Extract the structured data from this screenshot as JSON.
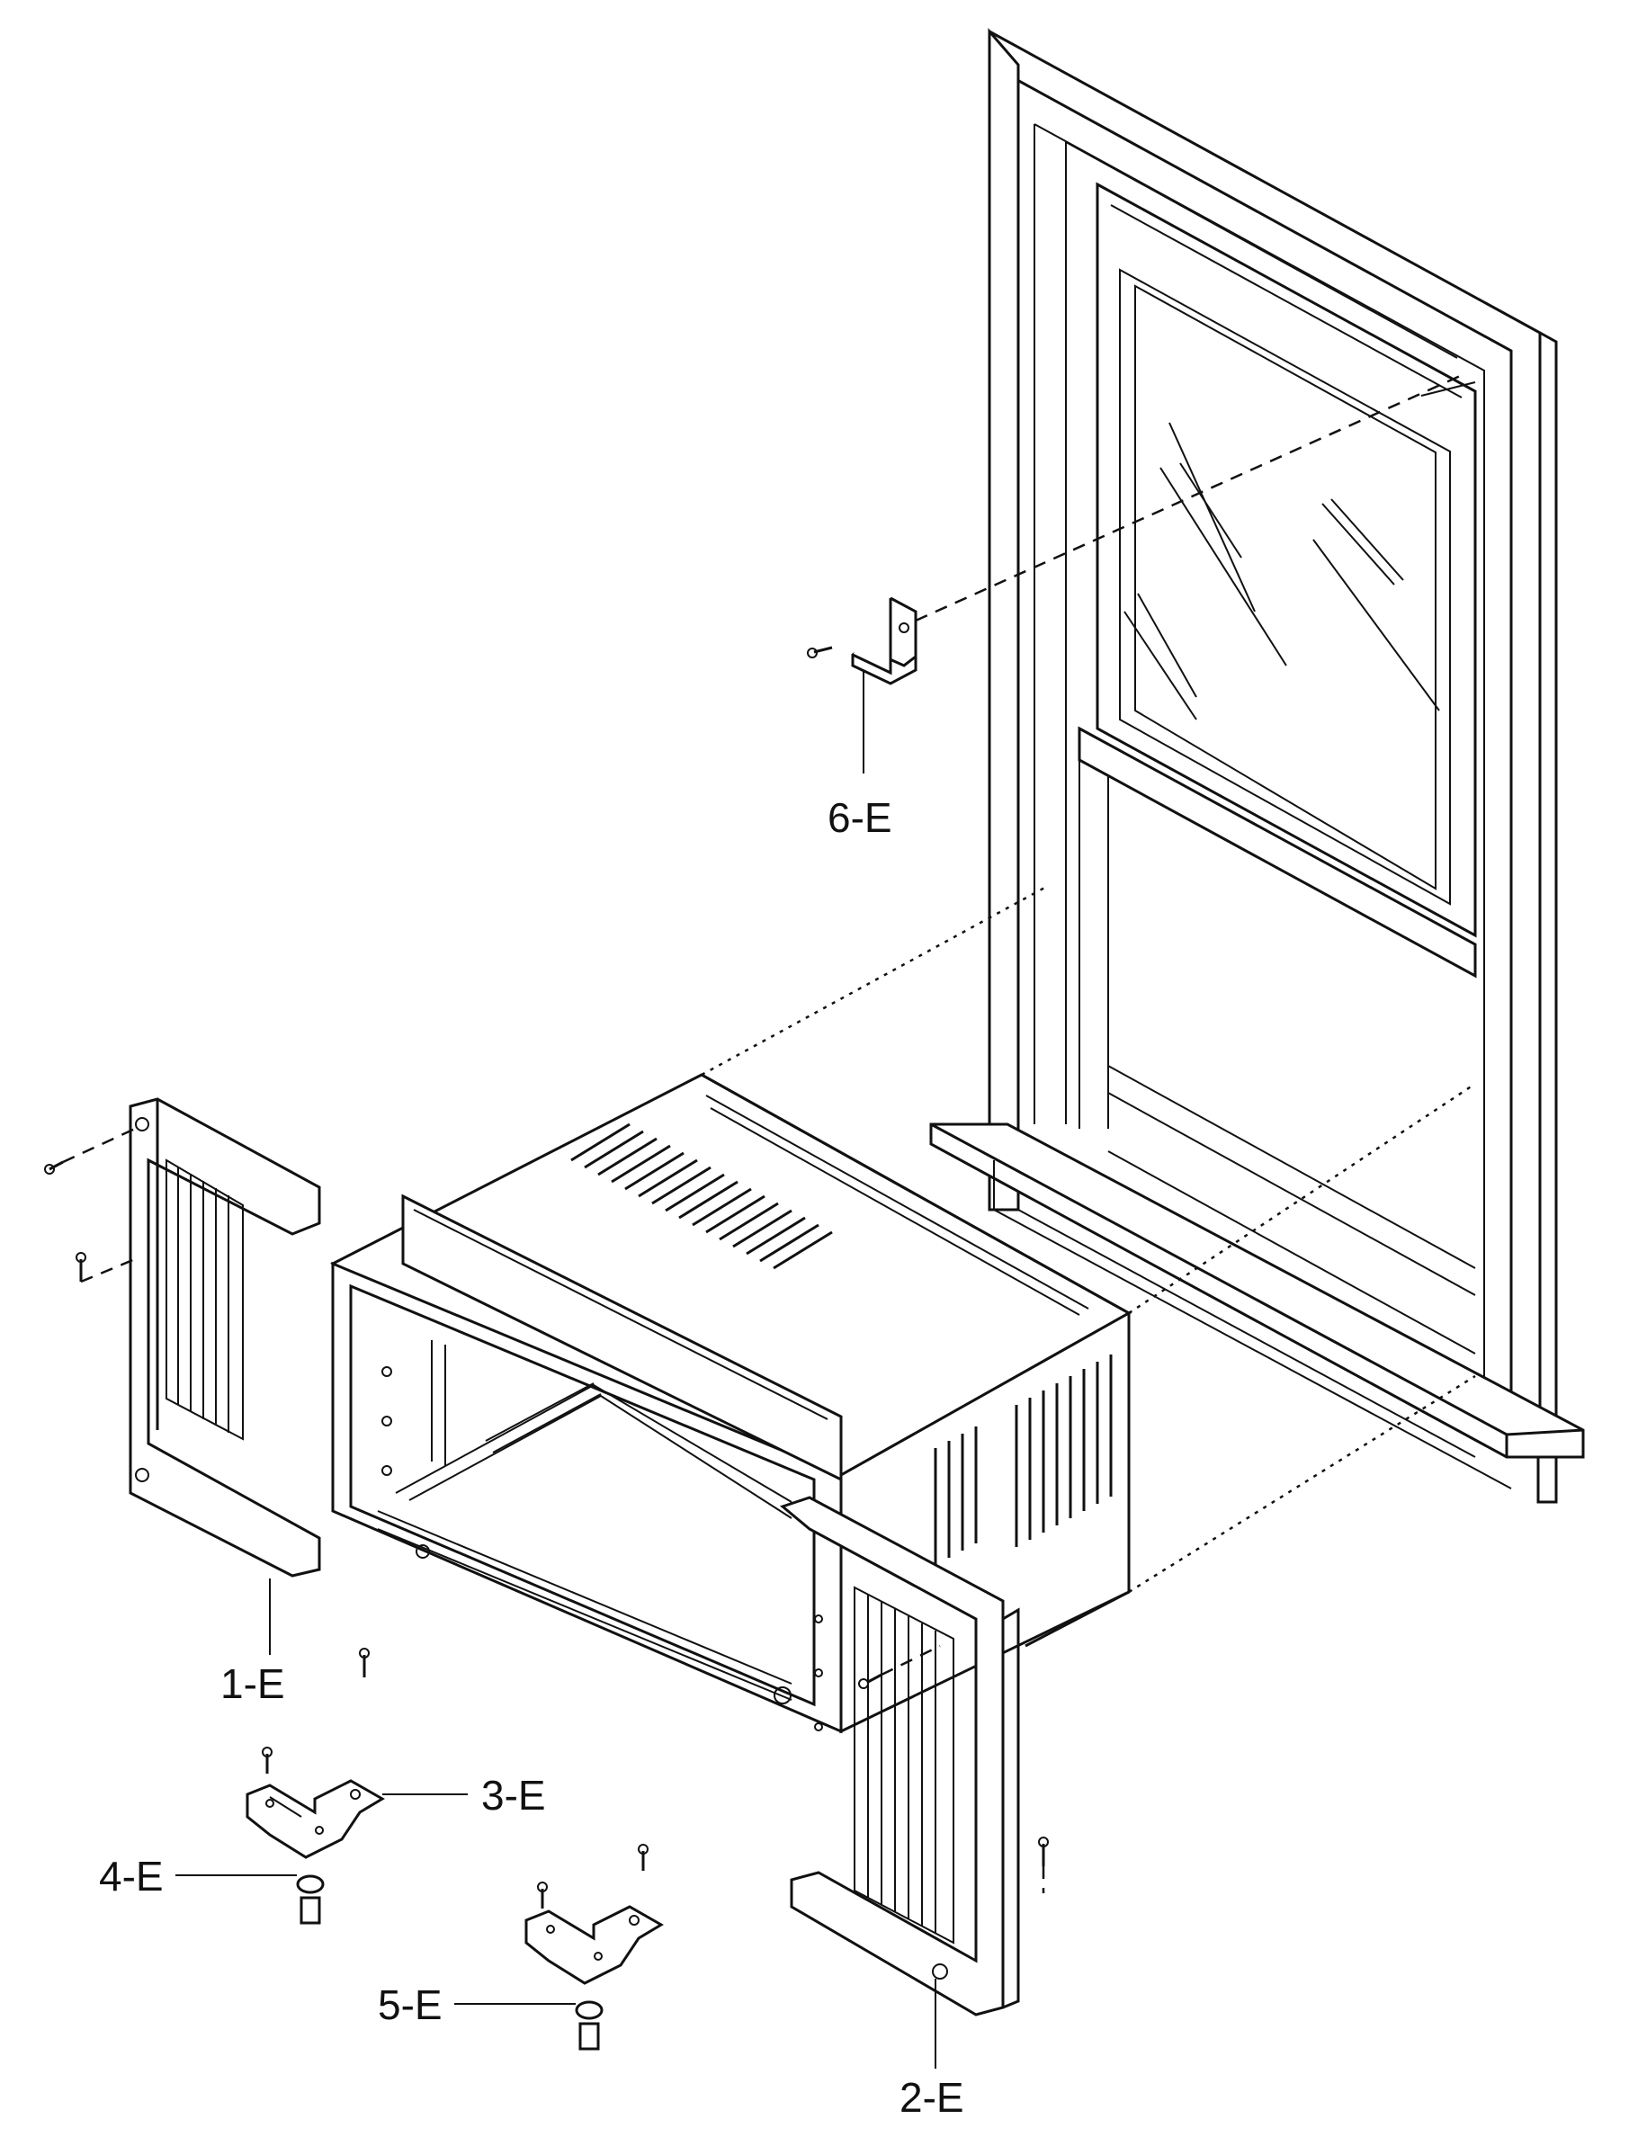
{
  "diagram": {
    "callouts": [
      {
        "id": "1-E"
      },
      {
        "id": "2-E"
      },
      {
        "id": "3-E"
      },
      {
        "id": "4-E"
      },
      {
        "id": "5-E"
      },
      {
        "id": "6-E"
      }
    ]
  }
}
